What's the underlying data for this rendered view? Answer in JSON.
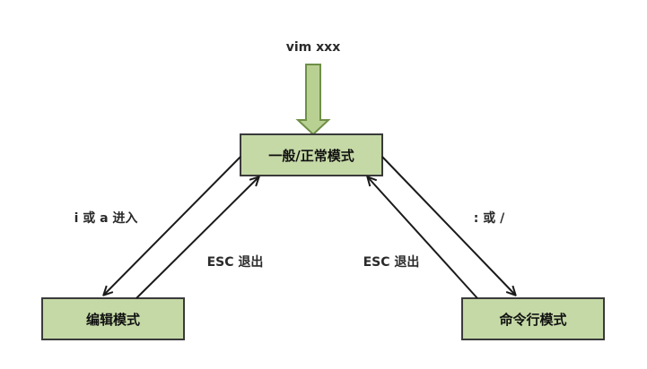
{
  "entry": {
    "command": "vim xxx"
  },
  "nodes": {
    "normal_mode": "一般/正常模式",
    "edit_mode": "编辑模式",
    "command_mode": "命令行模式"
  },
  "edges": {
    "to_edit": "i 或 a 进入",
    "from_edit": "ESC 退出",
    "from_command": "ESC 退出",
    "to_command": ": 或 /"
  },
  "colors": {
    "node_fill": "#c5d9a6",
    "node_border": "#3a3a3a",
    "entry_arrow_fill": "#b9d093",
    "entry_arrow_border": "#6f8f46",
    "edge_color": "#1a1a1a"
  }
}
